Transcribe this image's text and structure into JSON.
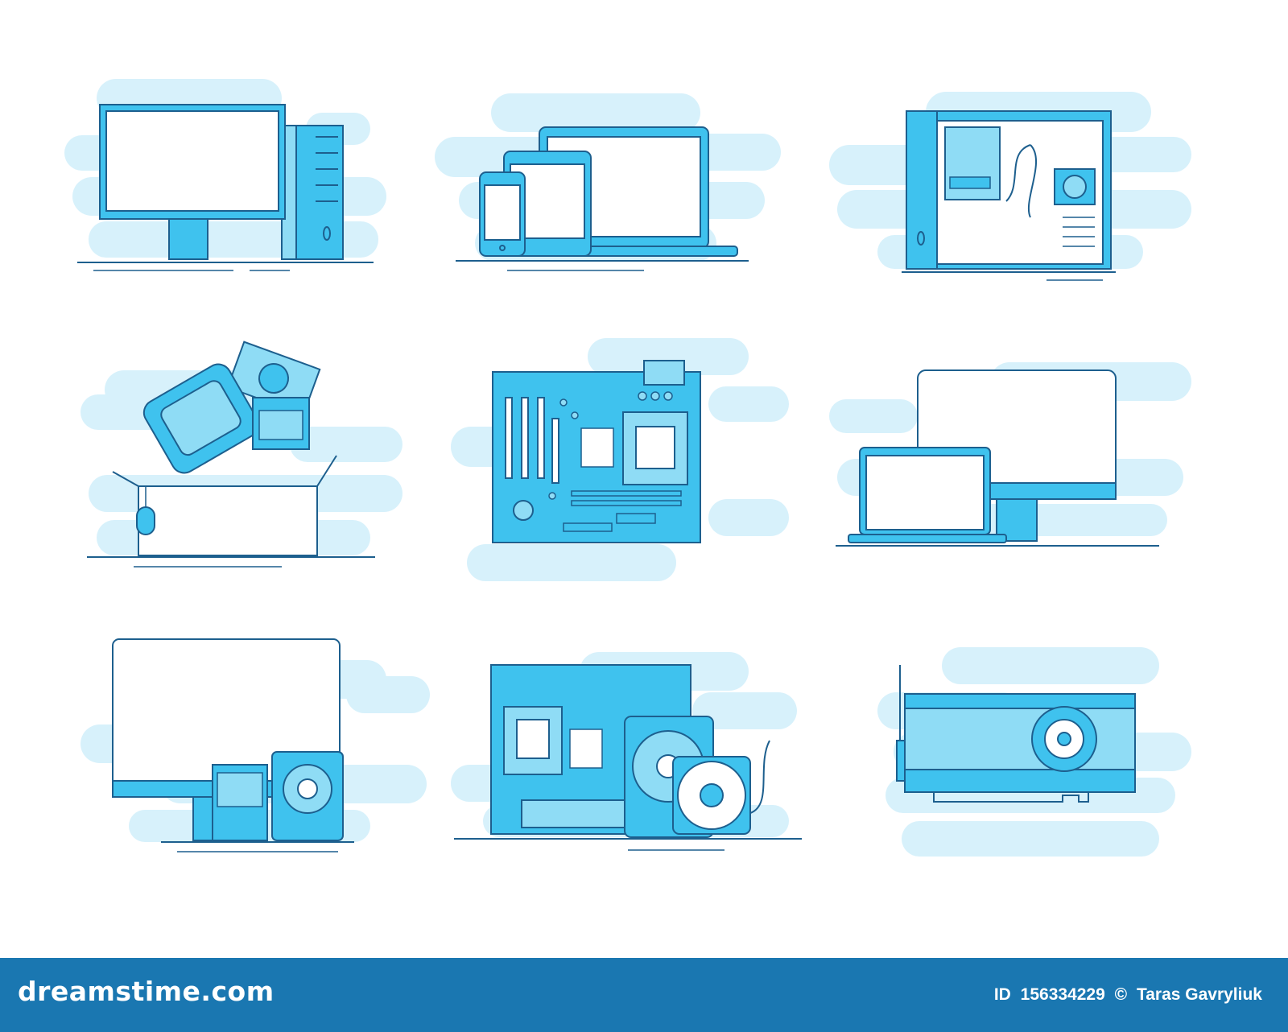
{
  "illustrations": [
    {
      "id": "desktop-pc",
      "icon": "desktop-computer-icon"
    },
    {
      "id": "responsive-devices",
      "icon": "responsive-devices-icon"
    },
    {
      "id": "pc-case-open",
      "icon": "open-pc-case-icon"
    },
    {
      "id": "hardware-box",
      "icon": "hardware-box-icon"
    },
    {
      "id": "motherboard",
      "icon": "motherboard-icon"
    },
    {
      "id": "laptop-and-monitor",
      "icon": "laptop-monitor-icon"
    },
    {
      "id": "monitor-and-drives",
      "icon": "monitor-drives-icon"
    },
    {
      "id": "pc-components",
      "icon": "pc-components-icon"
    },
    {
      "id": "graphics-card",
      "icon": "graphics-card-icon"
    }
  ],
  "colors": {
    "cloud": "#d7f1fb",
    "line": "#1d5f8e",
    "fill_main": "#3fc2ee",
    "fill_light": "#8fdcf5",
    "screen": "#ffffff",
    "footer": "#1a77b1"
  },
  "footer": {
    "logo": "dreamstime.com",
    "id_label": "ID",
    "id_value": "156334229",
    "copyright_symbol": "©",
    "author": "Taras Gavryliuk"
  }
}
